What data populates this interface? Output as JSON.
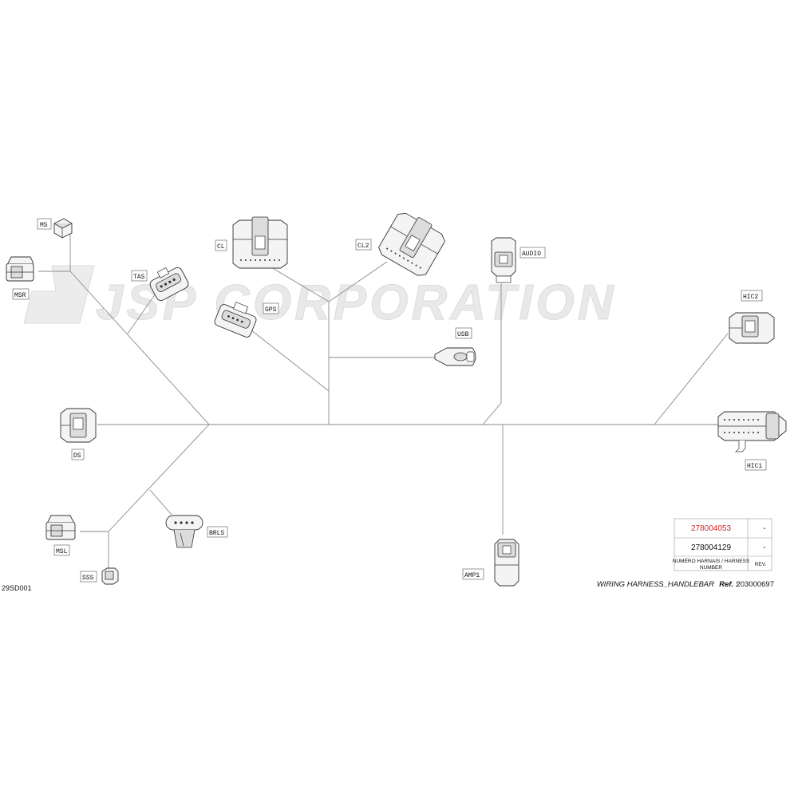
{
  "watermark": {
    "text": "JSP CORPORATION"
  },
  "drawing_code": "29SD001",
  "connectors": {
    "ms": "MS",
    "msr": "MSR",
    "tas": "TAS",
    "cl": "CL",
    "gps": "GPS",
    "cl2": "CL2",
    "audio": "AUDIO",
    "usb": "USB",
    "hic2": "HIC2",
    "hic1": "HIC1",
    "ds": "DS",
    "brls": "BRLS",
    "msl": "MSL",
    "sss": "SSS",
    "amp1": "AMP1"
  },
  "table": {
    "row1_number": "278004053",
    "row1_rev": "-",
    "row2_number": "278004129",
    "row2_rev": "-",
    "header_number_line1": "NUMÉRO HARNAIS / HARNESS",
    "header_number_line2": "NUMBER",
    "header_rev": "REV.",
    "highlight_color": "#d12a2a"
  },
  "title_block": {
    "name": "WIRING HARNESS_HANDLEBAR",
    "ref_label": "Ref. :",
    "ref_value": "203000697"
  }
}
